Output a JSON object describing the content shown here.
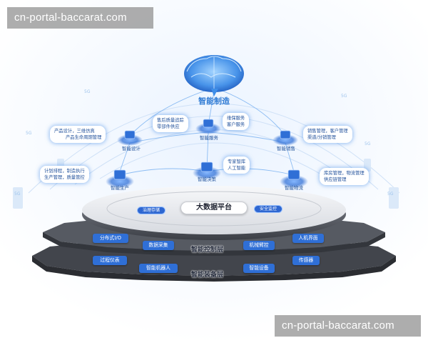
{
  "watermark": {
    "top": "cn-portal-baccarat.com",
    "bottom": "cn-portal-baccarat.com"
  },
  "brain": {
    "title": "智能制造"
  },
  "platform": {
    "title": "大数据平台",
    "left_pill": "治理存储",
    "right_pill": "安全监控"
  },
  "nodes": {
    "design": "智能设计",
    "service": "智能服务",
    "sales": "智能销售",
    "production": "智能生产",
    "decision": "智能决策",
    "logistics": "智能物流"
  },
  "bubbles": {
    "design": [
      "产品设计，三维仿真",
      "产品生命周期管理"
    ],
    "service_top": [
      "售后质量追踪",
      "零部件供应"
    ],
    "service_right": [
      "维保服务",
      "客户服务"
    ],
    "sales": [
      "销售管理，客户管理",
      "渠道/分销管理"
    ],
    "production": [
      "计划排程，制造执行",
      "生产管理，质量管控"
    ],
    "decision": [
      "专家智库",
      "人工智能"
    ],
    "logistics": [
      "库房管理，物流管理",
      "供应链管理"
    ]
  },
  "control_layer": {
    "label": "智能控制层",
    "items": [
      "分布式I/O",
      "数据采集",
      "机械臂控",
      "人机界面"
    ]
  },
  "equipment_layer": {
    "label": "智能装备层",
    "items": [
      "过程仪表",
      "智能机器人",
      "智能设备",
      "传感器"
    ]
  },
  "signal": {
    "label": "5G"
  },
  "colors": {
    "accent": "#2f6fd6",
    "glow": "#4a8ff0",
    "gear": "#4a4d55"
  }
}
